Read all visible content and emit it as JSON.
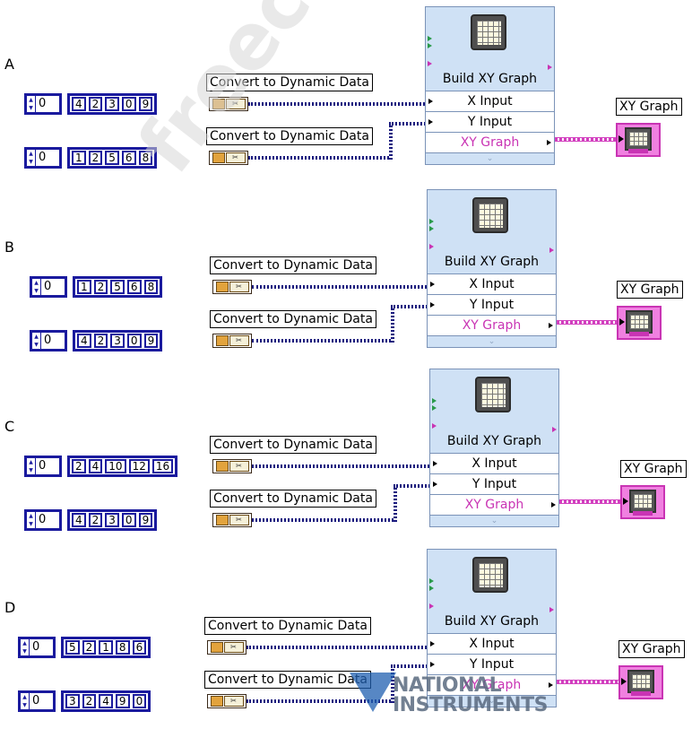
{
  "options": [
    {
      "letter": "A",
      "x_values": [
        "4",
        "2",
        "3",
        "0",
        "9"
      ],
      "y_values": [
        "1",
        "2",
        "5",
        "6",
        "8"
      ]
    },
    {
      "letter": "B",
      "x_values": [
        "1",
        "2",
        "5",
        "6",
        "8"
      ],
      "y_values": [
        "4",
        "2",
        "3",
        "0",
        "9"
      ]
    },
    {
      "letter": "C",
      "x_values": [
        "2",
        "4",
        "10",
        "12",
        "16"
      ],
      "y_values": [
        "4",
        "2",
        "3",
        "0",
        "9"
      ]
    },
    {
      "letter": "D",
      "x_values": [
        "5",
        "2",
        "1",
        "8",
        "6"
      ],
      "y_values": [
        "3",
        "2",
        "4",
        "9",
        "0"
      ]
    }
  ],
  "index_value": "0",
  "convert_label": "Convert to Dynamic Data",
  "build_title": "Build XY Graph",
  "x_input_label": "X Input",
  "y_input_label": "Y Input",
  "xy_graph_label": "XY Graph",
  "indicator_label": "XY Graph",
  "watermark": "freecram.net",
  "logo": {
    "line1": "NATIONAL",
    "line2": "INSTRUMENTS"
  },
  "colors": {
    "array_border": "#1a1a9e",
    "dynamic_wire": "#1a1a7e",
    "xy_wire": "#d23fbf",
    "express_bg": "#cfe1f5"
  }
}
